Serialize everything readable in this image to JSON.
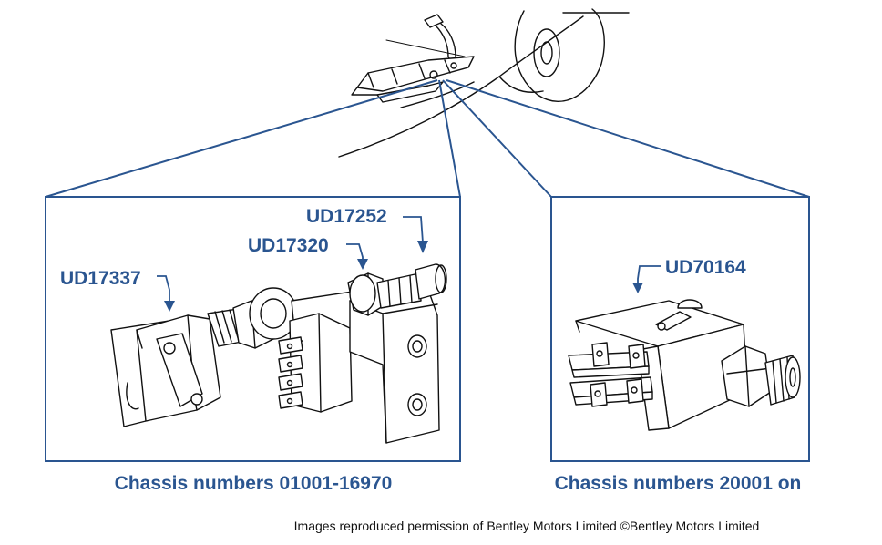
{
  "parts": {
    "left_part_a": "UD17337",
    "left_part_b": "UD17320",
    "left_part_c": "UD17252",
    "right_part": "UD70164"
  },
  "captions": {
    "left_panel": "Chassis numbers 01001-16970",
    "right_panel": "Chassis numbers 20001 on"
  },
  "credit": "Images reproduced permission of Bentley Motors Limited ©Bentley Motors Limited",
  "colors": {
    "label_blue": "#2a5590",
    "ink": "#111111"
  }
}
